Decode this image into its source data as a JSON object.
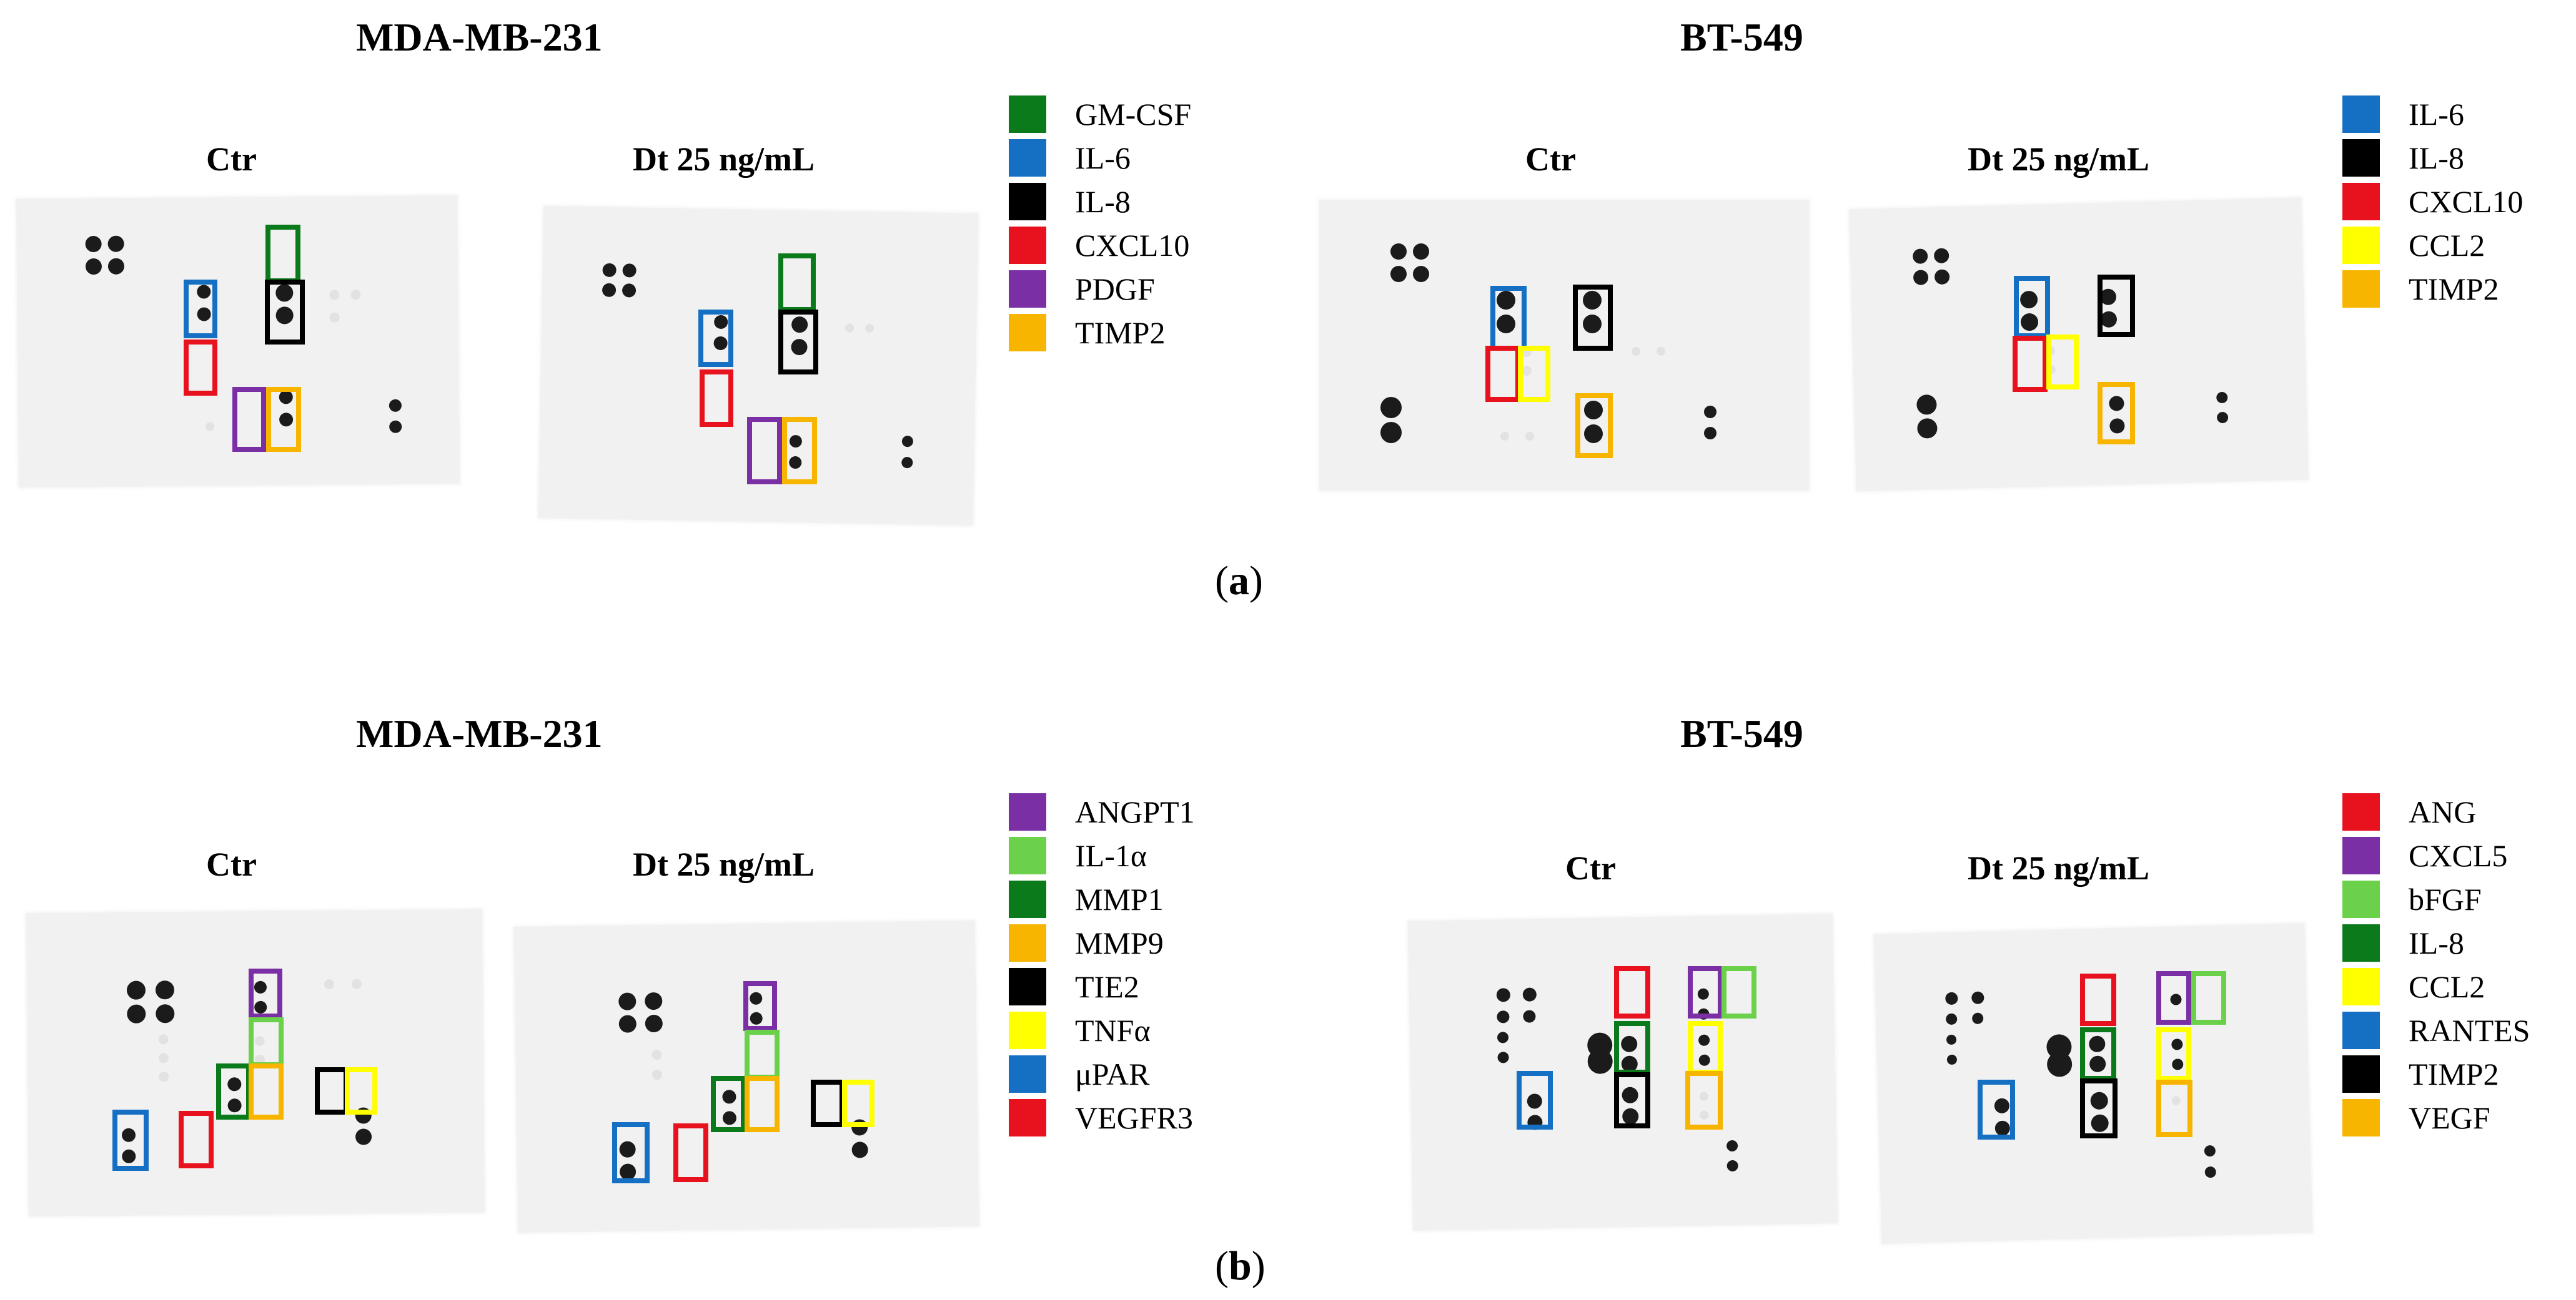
{
  "panels": [
    {
      "label_open": "(",
      "label_letter": "a",
      "label_close": ")",
      "groups": [
        {
          "cell_line": "MDA-MB-231",
          "blots": [
            {
              "label": "Ctr"
            },
            {
              "label": "Dt 25 ng/mL"
            }
          ],
          "legend": [
            {
              "name": "GM-CSF",
              "color": "#0a7a1a"
            },
            {
              "name": "IL-6",
              "color": "#1570c4"
            },
            {
              "name": "IL-8",
              "color": "#000000"
            },
            {
              "name": "CXCL10",
              "color": "#e8121e"
            },
            {
              "name": "PDGF",
              "color": "#7b2fa5"
            },
            {
              "name": "TIMP2",
              "color": "#f7b500"
            }
          ]
        },
        {
          "cell_line": "BT-549",
          "blots": [
            {
              "label": "Ctr"
            },
            {
              "label": "Dt 25 ng/mL"
            }
          ],
          "legend": [
            {
              "name": "IL-6",
              "color": "#1570c4"
            },
            {
              "name": "IL-8",
              "color": "#000000"
            },
            {
              "name": "CXCL10",
              "color": "#e8121e"
            },
            {
              "name": "CCL2",
              "color": "#ffff00"
            },
            {
              "name": "TIMP2",
              "color": "#f7b500"
            }
          ]
        }
      ]
    },
    {
      "label_open": "(",
      "label_letter": "b",
      "label_close": ")",
      "groups": [
        {
          "cell_line": "MDA-MB-231",
          "blots": [
            {
              "label": "Ctr"
            },
            {
              "label": "Dt 25 ng/mL"
            }
          ],
          "legend": [
            {
              "name": "ANGPT1",
              "color": "#7b2fa5"
            },
            {
              "name": "IL-1α",
              "color": "#6cd14a"
            },
            {
              "name": "MMP1",
              "color": "#0a7a1a"
            },
            {
              "name": "MMP9",
              "color": "#f7b500"
            },
            {
              "name": "TIE2",
              "color": "#000000"
            },
            {
              "name": "TNFα",
              "color": "#ffff00"
            },
            {
              "name": "μPAR",
              "color": "#1570c4"
            },
            {
              "name": "VEGFR3",
              "color": "#e8121e"
            }
          ]
        },
        {
          "cell_line": "BT-549",
          "blots": [
            {
              "label": "Ctr"
            },
            {
              "label": "Dt 25 ng/mL"
            }
          ],
          "legend": [
            {
              "name": "ANG",
              "color": "#e8121e"
            },
            {
              "name": "CXCL5",
              "color": "#7b2fa5"
            },
            {
              "name": "bFGF",
              "color": "#6cd14a"
            },
            {
              "name": "IL-8",
              "color": "#0a7a1a"
            },
            {
              "name": "CCL2",
              "color": "#ffff00"
            },
            {
              "name": "RANTES",
              "color": "#1570c4"
            },
            {
              "name": "TIMP2",
              "color": "#000000"
            },
            {
              "name": "VEGF",
              "color": "#f7b500"
            }
          ]
        }
      ]
    }
  ]
}
